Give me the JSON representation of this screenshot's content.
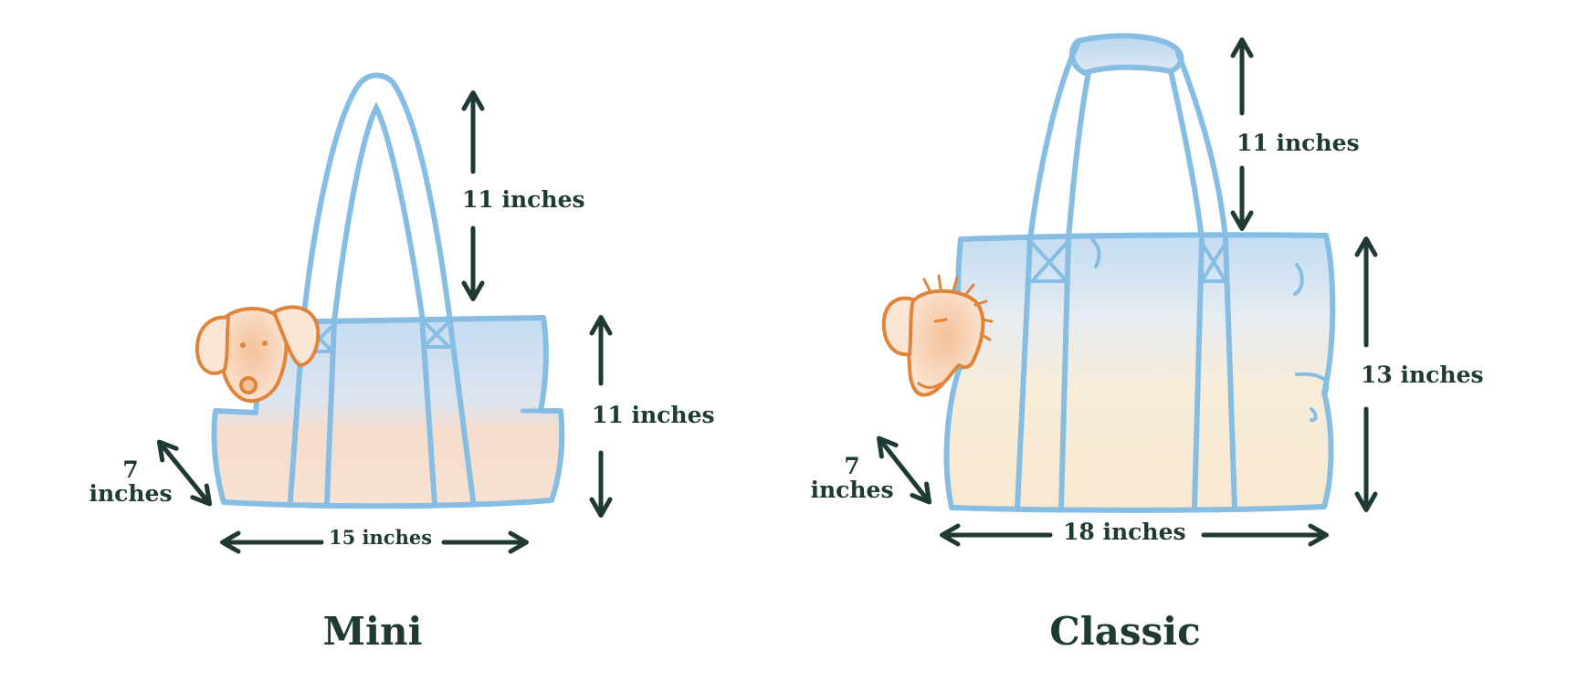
{
  "colors": {
    "outline": "#86bde3",
    "dog": "#e0843a",
    "arrow": "#1f3a34",
    "text": "#1f3a34",
    "fill_top": "#c3dcf2",
    "fill_mini_bottom": "#f6dccb",
    "fill_classic_bottom": "#f8e9d0"
  },
  "mini": {
    "title": "Mini",
    "strap_label": "11 inches",
    "height_label": "11 inches",
    "depth_number": "7",
    "depth_unit": "inches",
    "width_label": "15 inches",
    "icons": [
      "tote-bag-icon",
      "dachshund-icon"
    ]
  },
  "classic": {
    "title": "Classic",
    "strap_label": "11 inches",
    "height_label": "13 inches",
    "depth_number": "7",
    "depth_unit": "inches",
    "width_label": "18 inches",
    "icons": [
      "tote-bag-icon",
      "shaggy-dog-icon"
    ]
  }
}
